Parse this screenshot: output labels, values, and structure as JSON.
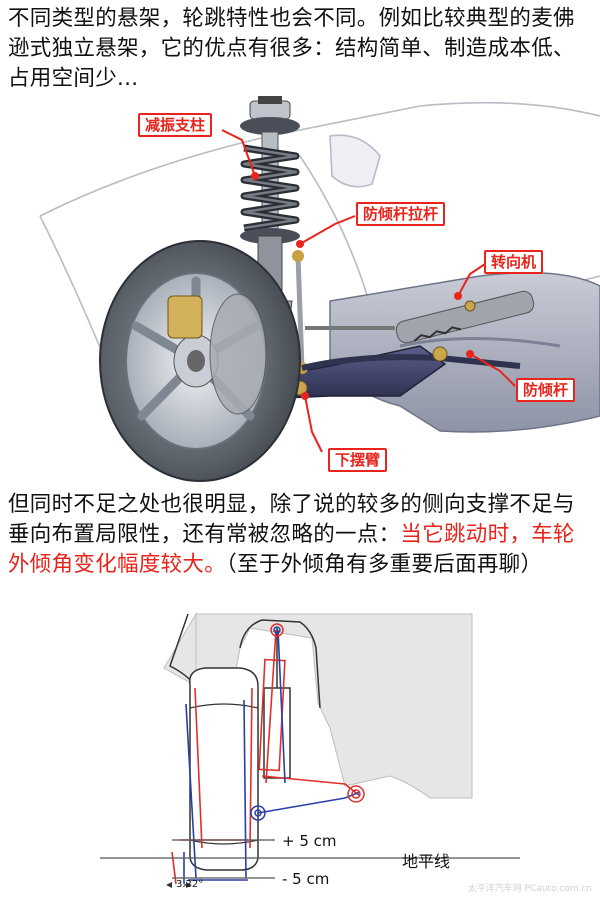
{
  "intro_text": "不同类型的悬架，轮跳特性也会不同。例如比较典型的麦佛逊式独立悬架，它的优点有很多：结构简单、制造成本低、占用空间少...",
  "callouts": {
    "strut": "减振支柱",
    "stabilizer_link": "防倾杆拉杆",
    "steering_gear": "转向机",
    "stabilizer_bar": "防倾杆",
    "lower_arm": "下摆臂"
  },
  "body_text_plain": "但同时不足之处也很明显，除了说的较多的侧向支撑不足与垂向布置局限性，还有常被忽略的一点：",
  "body_text_highlight": "当它跳动时，车轮外倾角变化幅度较大。",
  "body_text_tail": "（至于外倾角有多重要后面再聊）",
  "diagram": {
    "plus_label": "+ 5 cm",
    "minus_label": "- 5 cm",
    "ground_label": "地平线",
    "angle_label": "3.22°"
  },
  "watermark": "太平洋汽车网 PCauto.com.cn",
  "colors": {
    "highlight": "#e8241c",
    "diagram_red": "#e0302a",
    "diagram_blue": "#2b3fa8"
  }
}
